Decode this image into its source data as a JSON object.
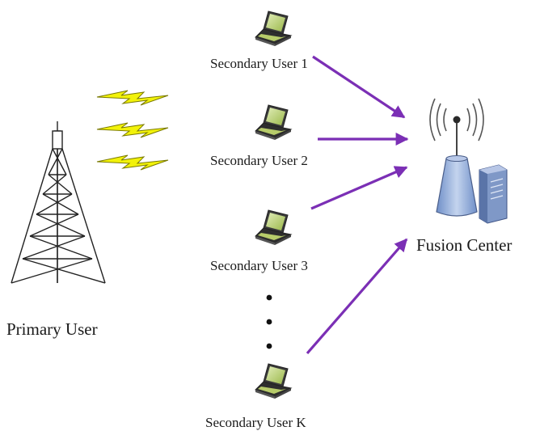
{
  "diagram": {
    "primary_user": {
      "label": "Primary User",
      "icon": "cell-tower-icon"
    },
    "secondary_users": [
      {
        "label": "Secondary User 1",
        "icon": "laptop-icon"
      },
      {
        "label": "Secondary User 2",
        "icon": "laptop-icon"
      },
      {
        "label": "Secondary User 3",
        "icon": "laptop-icon"
      },
      {
        "label": "Secondary User K",
        "icon": "laptop-icon"
      }
    ],
    "fusion_center": {
      "label": "Fusion Center",
      "icon": "antenna-server-icon"
    },
    "signal_icon": "lightning-bolt-icon",
    "colors": {
      "arrow": "#7b2fb5",
      "lightning_fill": "#f2f20a",
      "lightning_stroke": "#8a8a00",
      "laptop_screen": "#c8dc8c",
      "laptop_body": "#9bb84a",
      "antenna_body": "#9fb6dc",
      "server": "#8aa3cf"
    }
  }
}
